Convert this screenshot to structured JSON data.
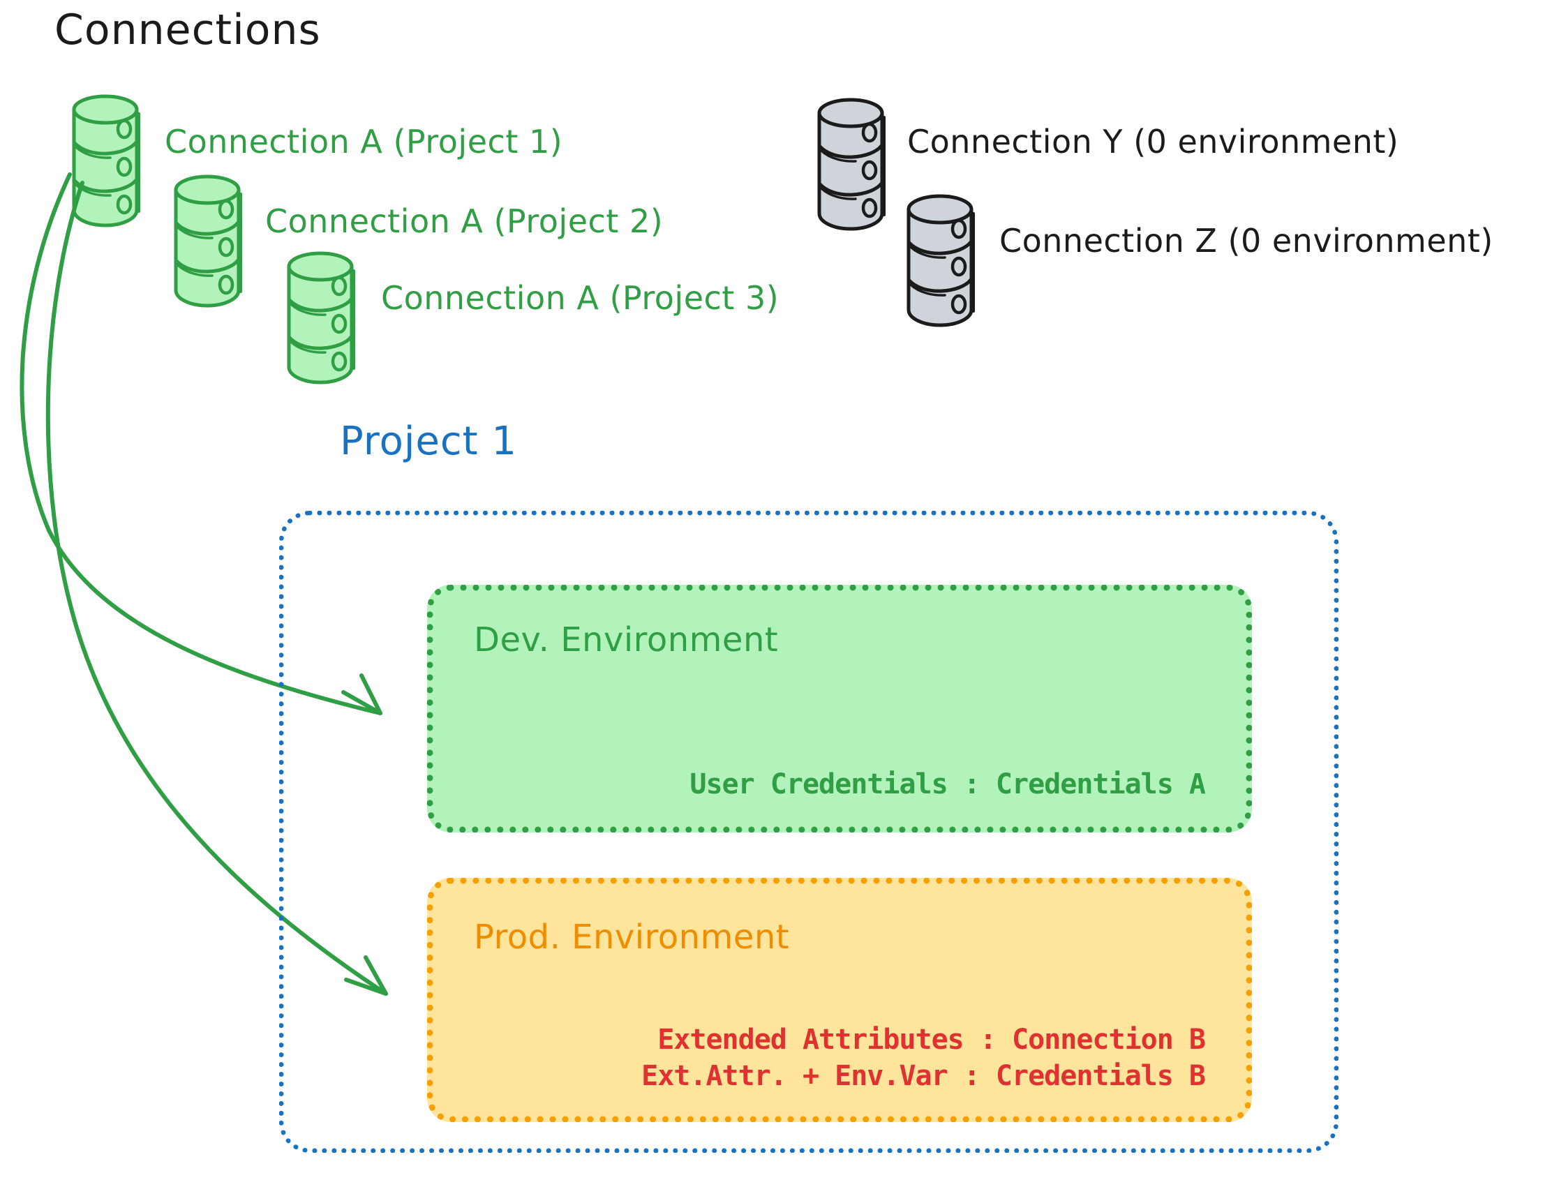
{
  "diagram": {
    "title": "Connections",
    "type": "architecture-diagram"
  },
  "connections": {
    "green": [
      {
        "id": "conn-a-project-1",
        "label": "Connection A (Project 1)",
        "color": "#2f9e44"
      },
      {
        "id": "conn-a-project-2",
        "label": "Connection A (Project 2)",
        "color": "#2f9e44"
      },
      {
        "id": "conn-a-project-3",
        "label": "Connection A (Project 3)",
        "color": "#2f9e44"
      }
    ],
    "gray": [
      {
        "id": "conn-y",
        "label": "Connection Y (0 environment)",
        "color": "#1b1b1b"
      },
      {
        "id": "conn-z",
        "label": "Connection Z (0 environment)",
        "color": "#1b1b1b"
      }
    ]
  },
  "project": {
    "title": "Project 1",
    "color": "#1971c2",
    "environments": [
      {
        "id": "dev",
        "title": "Dev. Environment",
        "fill": "#b2f2bb",
        "border": "#2f9e44",
        "lines": [
          {
            "text": "User Credentials : Credentials A",
            "color": "#2f9e44"
          }
        ]
      },
      {
        "id": "prod",
        "title": "Prod. Environment",
        "fill": "#ffe49b",
        "border": "#f59f00",
        "lines": [
          {
            "text": "Extended Attributes : Connection B",
            "color": "#e03131"
          },
          {
            "text": "Ext.Attr. + Env.Var : Credentials B",
            "color": "#e03131"
          }
        ]
      }
    ]
  },
  "arrows": [
    {
      "id": "arrow-conn-a-to-dev",
      "from": "conn-a-project-1",
      "to": "dev",
      "color": "#2f9e44"
    },
    {
      "id": "arrow-conn-a-to-prod",
      "from": "conn-a-project-1",
      "to": "prod",
      "color": "#2f9e44"
    }
  ],
  "colors": {
    "green_stroke": "#2f9e44",
    "green_fill": "#b2f2bb",
    "gray_stroke": "#1b1b1b",
    "gray_fill": "#ced4da",
    "blue": "#1971c2",
    "orange_stroke": "#f59f00",
    "orange_fill": "#ffe49b",
    "red": "#e03131",
    "black": "#1b1b1b"
  }
}
